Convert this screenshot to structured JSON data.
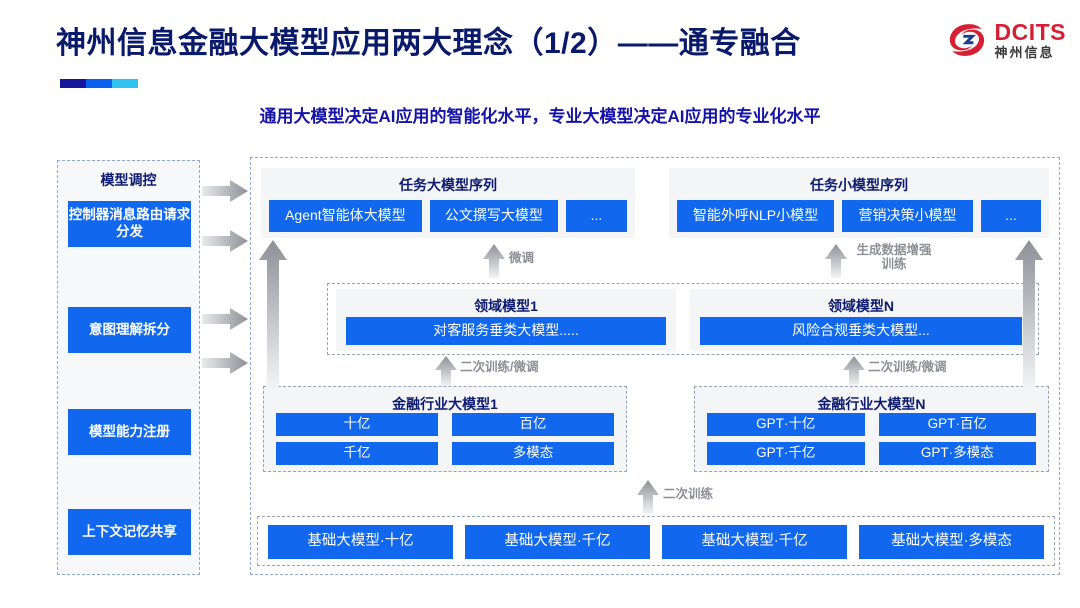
{
  "header": {
    "title": "神州信息金融大模型应用两大理念（1/2）——通专融合",
    "subtitle": "通用大模型决定AI应用的智能化水平，专业大模型决定AI应用的专业化水平",
    "logo": {
      "en": "DCITS",
      "cn": "神州信息",
      "mark_name": "dcits-swirl-logo",
      "color": "#d71f34"
    }
  },
  "control_column": {
    "title": "模型调控",
    "items": [
      "控制器消息路由请求分发",
      "意图理解拆分",
      "模型能力注册",
      "上下文记忆共享"
    ]
  },
  "task_sequences": [
    {
      "title": "任务大模型序列",
      "chips": [
        "Agent智能体大模型",
        "公文撰写大模型",
        "..."
      ]
    },
    {
      "title": "任务小模型序列",
      "chips": [
        "智能外呼NLP小模型",
        "营销决策小模型",
        "..."
      ]
    }
  ],
  "domain_models": [
    {
      "title": "领域模型1",
      "chip": "对客服务垂类大模型....."
    },
    {
      "title": "领域模型N",
      "chip": "风险合规垂类大模型..."
    }
  ],
  "industry_models": [
    {
      "title": "金融行业大模型1",
      "chips": [
        "十亿",
        "百亿",
        "千亿",
        "多模态"
      ]
    },
    {
      "title": "金融行业大模型N",
      "chips": [
        "GPT·十亿",
        "GPT·百亿",
        "GPT·千亿",
        "GPT·多模态"
      ]
    }
  ],
  "base_models": [
    "基础大模型·十亿",
    "基础大模型·千亿",
    "基础大模型·千亿",
    "基础大模型·多模态"
  ],
  "arrow_labels": {
    "finetune": "微调",
    "data_aug": "生成数据增强训练",
    "retrain_finetune_left": "二次训练/微调",
    "retrain_finetune_right": "二次训练/微调",
    "retrain": "二次训练"
  },
  "colors": {
    "chip_blue": "#1168ef",
    "title_navy": "#0a1a6b",
    "subtitle_blue": "#1512a8",
    "panel_gray": "#f4f5f7",
    "arrow_gray": "#9a9ca3"
  }
}
